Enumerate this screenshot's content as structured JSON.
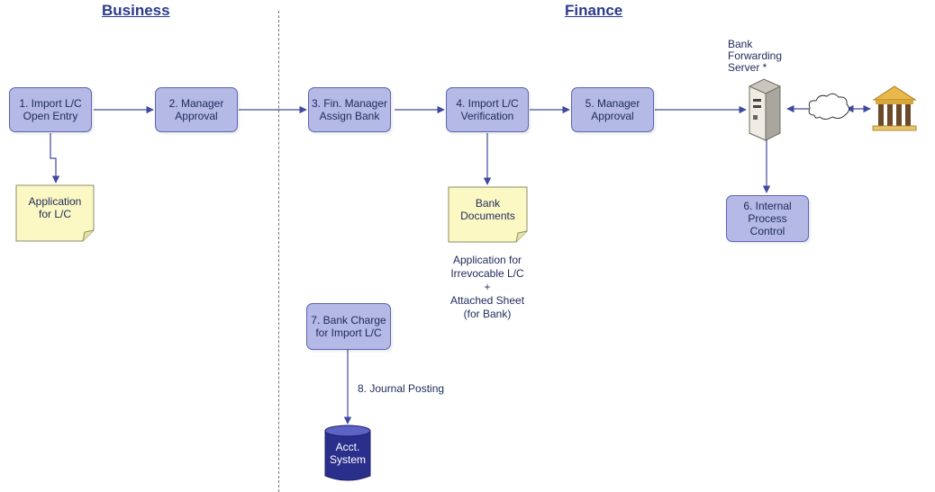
{
  "lanes": {
    "business": "Business",
    "finance": "Finance"
  },
  "steps": {
    "import_lc_open_entry": "1. Import L/C\nOpen Entry",
    "manager_approval_business": "2. Manager\nApproval",
    "fin_manager_assign_bank": "3. Fin. Manager\nAssign Bank",
    "import_lc_verification": "4. Import L/C\nVerification",
    "manager_approval_finance": "5. Manager\nApproval",
    "internal_process_control": "6. Internal\nProcess\nControl",
    "bank_charge": "7. Bank Charge\nfor Import L/C"
  },
  "documents": {
    "application_for_lc": "Application\nfor L/C",
    "bank_documents": "Bank\nDocuments"
  },
  "notes": {
    "bank_documents_contents": "Application for\nIrrevocable L/C\n+\nAttached Sheet\n(for Bank)",
    "bank_forwarding_server": "Bank\nForwarding\nServer *"
  },
  "edges": {
    "journal_posting": "8. Journal Posting"
  },
  "database": {
    "acct_system": "Acct.\nSystem"
  },
  "icons": {
    "server": "server-icon",
    "cloud": "cloud-icon",
    "bank": "bank-building-icon"
  },
  "colors": {
    "process_fill": "#b4b9e6",
    "process_border": "#5b63b6",
    "document_fill": "#fbf8c4",
    "arrow": "#3d4a9e",
    "database_fill": "#2a2f8c"
  }
}
